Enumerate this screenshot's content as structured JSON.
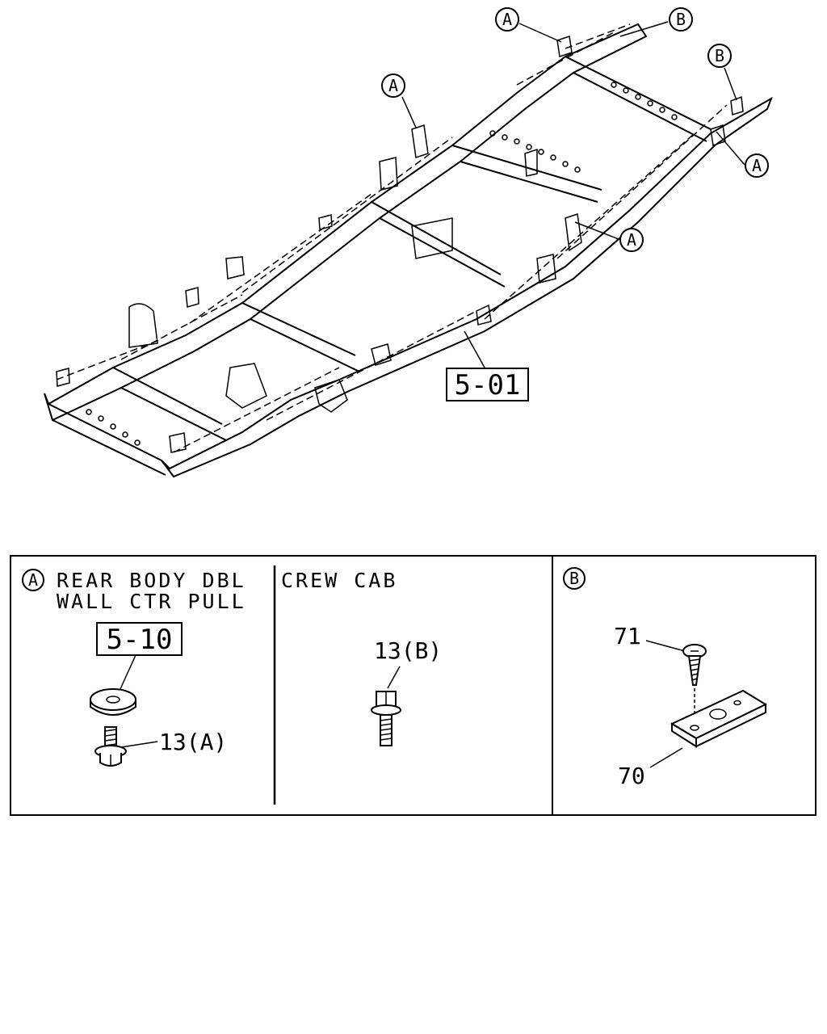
{
  "frame_callout": "5-01",
  "callout_markers": {
    "a_letter": "A",
    "b_letter": "B"
  },
  "legend": {
    "panel_a": {
      "marker": "A",
      "title_line1": "REAR BODY DBL",
      "title_line2": "WALL CTR PULL",
      "ref_box": "5-10",
      "part_label": "13(A)"
    },
    "panel_crew": {
      "title": "CREW CAB",
      "part_label": "13(B)"
    },
    "panel_b": {
      "marker": "B",
      "screw_label": "71",
      "plate_label": "70"
    }
  }
}
